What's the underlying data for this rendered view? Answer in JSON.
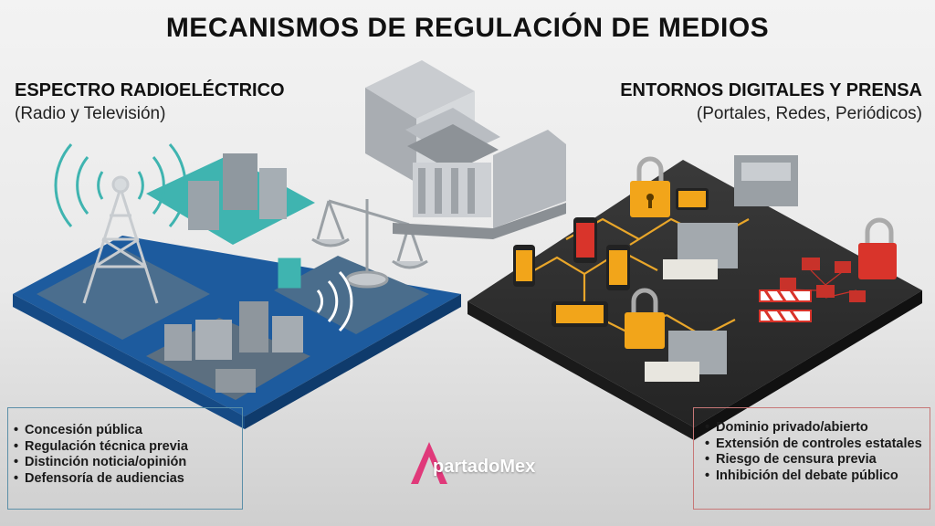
{
  "title": "MECANISMOS DE REGULACIÓN DE MEDIOS",
  "left": {
    "heading": "ESPECTRO RADIOELÉCTRICO",
    "subheading": "(Radio y Televisión)",
    "items": [
      "Concesión pública",
      "Regulación técnica previa",
      "Distinción noticia/opinión",
      "Defensoría de audiencias"
    ]
  },
  "right": {
    "heading": "ENTORNOS DIGITALES Y PRENSA",
    "subheading": "(Portales, Redes, Periódicos)",
    "items": [
      "Dominio privado/abierto",
      "Extensión de controles estatales",
      "Riesgo de censura previa",
      "Inhibición del debate público"
    ]
  },
  "logo": {
    "text": "partadoMex",
    "initial": "A"
  },
  "colors": {
    "left_accent": "#1f5a99",
    "teal": "#3fb4b0",
    "right_dark": "#2f2f2f",
    "lock": "#f2a51a",
    "alert_red": "#d9342b",
    "logo_pink": "#e0397a"
  },
  "icons": [
    "radio-tower-icon",
    "scales-of-justice-icon",
    "government-building-icon",
    "padlock-icon",
    "printing-press-icon",
    "smartphone-icon",
    "barrier-icon"
  ]
}
